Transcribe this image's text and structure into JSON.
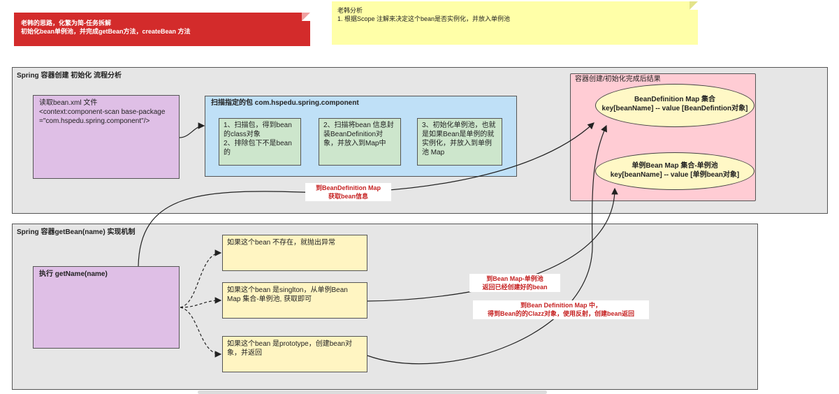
{
  "notes": {
    "red": {
      "line1": "老韩的思路，化繁为简-任务拆解",
      "line2": "初始化bean单例池，并完成getBean方法，createBean 方法"
    },
    "yellow": {
      "line1": "老韩分析",
      "line2": "1. 根据Scope 注解来决定这个bean是否实例化，并放入单例池"
    }
  },
  "container_group": {
    "title": "Spring 容器创建 初始化 流程分析",
    "read_xml": "读取bean.xml 文件\n<context:component-scan base-package=\"com.hspedu.spring.component\"/>",
    "scan_panel": {
      "title": "扫描指定的包 com.hspedu.spring.component",
      "step1": "1、扫描包，得到bean的class对象\n2、排除包下不是bean的",
      "step2": "2、扫描将bean 信息封装BeanDefinition对象，并放入到Map中",
      "step3": "3、初始化单例池，也就是如果Bean是单例的就实例化，并放入到单例池 Map"
    }
  },
  "result_group": {
    "title": "容器创建/初始化完成后结果",
    "bd_map": {
      "line1": "BeanDefinition Map 集合",
      "line2": "key[beanName] -- value [BeanDefintion对象]"
    },
    "singleton_map": {
      "line1": "单例Bean Map 集合-单例池",
      "line2": "key[beanName] -- value [单例bean对象]"
    }
  },
  "getbean_group": {
    "title": "Spring 容器getBean(name) 实现机制",
    "exec": "执行 getName(name)",
    "case_missing": "如果这个bean 不存在，就抛出异常",
    "case_singleton": "如果这个bean 是singlton，从单例Bean Map 集合-单例池, 获取即可",
    "case_prototype": "如果这个bean 是prototype，创建bean对象，并返回"
  },
  "labels": {
    "to_bd_map": {
      "line1": "到BeanDefinition Map",
      "line2": "获取bean信息"
    },
    "to_bean_map": {
      "line1": "到Bean Map-单例池",
      "line2": "返回已经创建好的bean"
    },
    "to_bd_map_create": {
      "line1": "到Bean Definition Map 中，",
      "line2": "得到Bean的的Clazz对象，使用反射，创建bean返回"
    }
  }
}
